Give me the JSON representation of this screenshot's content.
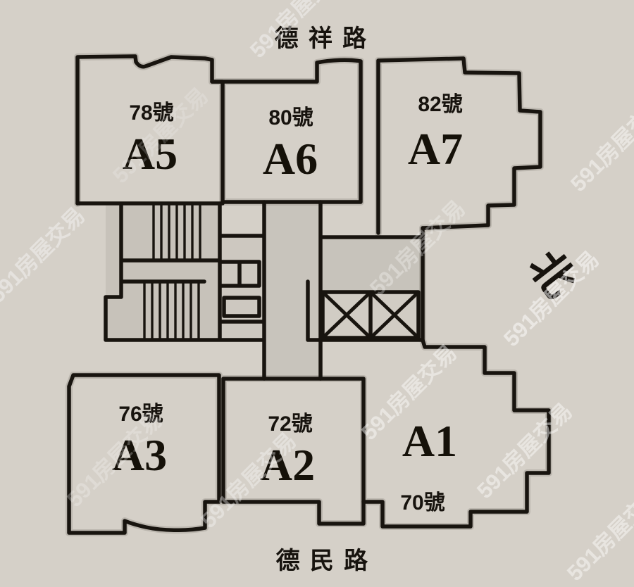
{
  "roads": {
    "top": "德祥路",
    "bottom": "德民路"
  },
  "compass": {
    "label": "北"
  },
  "units": [
    {
      "id": "A5",
      "number": "78號",
      "name": "A5"
    },
    {
      "id": "A6",
      "number": "80號",
      "name": "A6"
    },
    {
      "id": "A7",
      "number": "82號",
      "name": "A7"
    },
    {
      "id": "A3",
      "number": "76號",
      "name": "A3"
    },
    {
      "id": "A2",
      "number": "72號",
      "name": "A2"
    },
    {
      "id": "A1",
      "number": "70號",
      "name": "A1"
    }
  ],
  "watermark": {
    "text": "591房屋交易"
  },
  "colors": {
    "background": "#d5d0c8",
    "wall": "#18140f",
    "core_fill": "#c8c3bb",
    "elevator_fill": "#d1ccc4",
    "watermark_fill": "#ffffff"
  }
}
